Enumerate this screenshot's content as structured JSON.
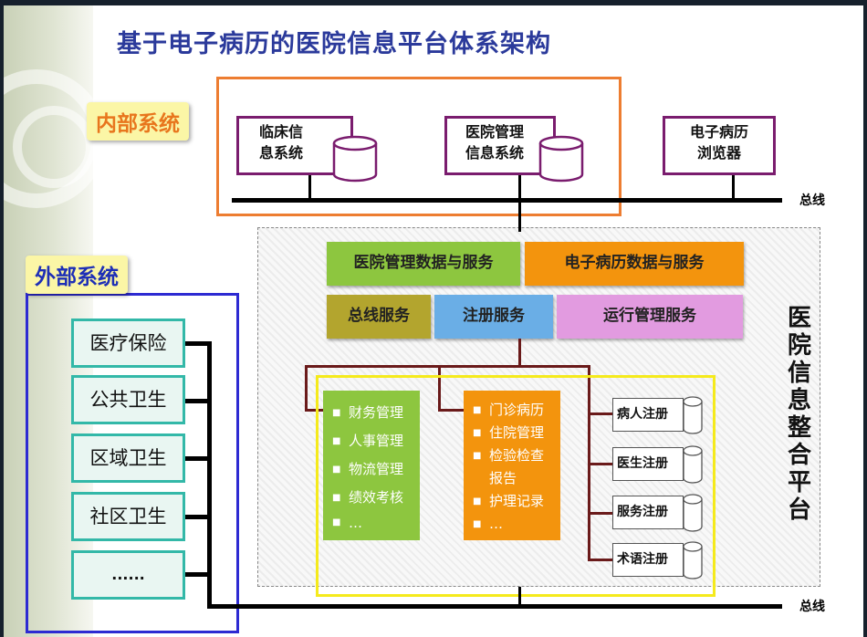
{
  "title": "基于电子病历的医院信息平台体系架构",
  "internal_label": "内部系统",
  "external_label": "外部系统",
  "bus_label": "总线",
  "platform_label": "医院信息整合平台",
  "internal_systems": {
    "clinical": [
      "临床信",
      "息系统"
    ],
    "hospital_mgmt": [
      "医院管理",
      "信息系统"
    ],
    "emr_browser": [
      "电子病历",
      "浏览器"
    ]
  },
  "services": {
    "mgmt_data": "医院管理数据与服务",
    "emr_data": "电子病历数据与服务",
    "bus_service": "总线服务",
    "registry_service": "注册服务",
    "ops_service": "运行管理服务"
  },
  "mgmt_list": [
    "财务管理",
    "人事管理",
    "物流管理",
    "绩效考核",
    "…"
  ],
  "emr_list": [
    "门诊病历",
    "住院管理",
    "检验检查",
    "报告",
    "护理记录",
    "…"
  ],
  "registries": [
    "病人注册",
    "医生注册",
    "服务注册",
    "术语注册"
  ],
  "external_systems": [
    "医疗保险",
    "公共卫生",
    "区域卫生",
    "社区卫生",
    "......"
  ],
  "colors": {
    "title": "#2b3a9b",
    "orange_frame": "#ed7d31",
    "blue_frame": "#2d2ad2",
    "yellow_frame": "#f5ea1c",
    "green": "#8dc63f",
    "orange": "#f3940d",
    "olive": "#b3a52e",
    "blue": "#6aaee6",
    "pink": "#e29be0",
    "system_border": "#7a1c6e",
    "external_border": "#33b8a8"
  },
  "icons": [
    "database-cylinder-icon"
  ]
}
